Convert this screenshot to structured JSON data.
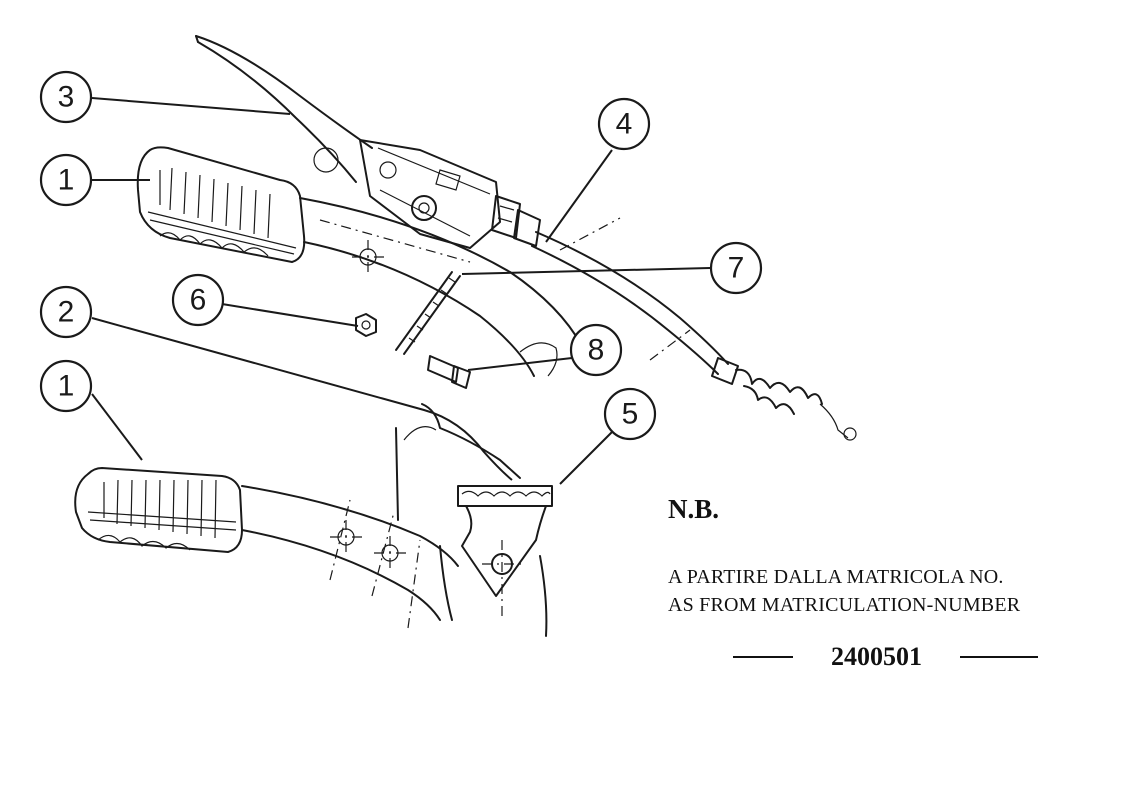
{
  "diagram": {
    "callouts": [
      "3",
      "1",
      "4",
      "7",
      "6",
      "2",
      "8",
      "1",
      "5"
    ]
  },
  "note": {
    "heading": "N.B.",
    "line_it": "A PARTIRE DALLA MATRICOLA NO.",
    "line_en": "AS FROM MATRICULATION-NUMBER",
    "serial": "2400501"
  }
}
